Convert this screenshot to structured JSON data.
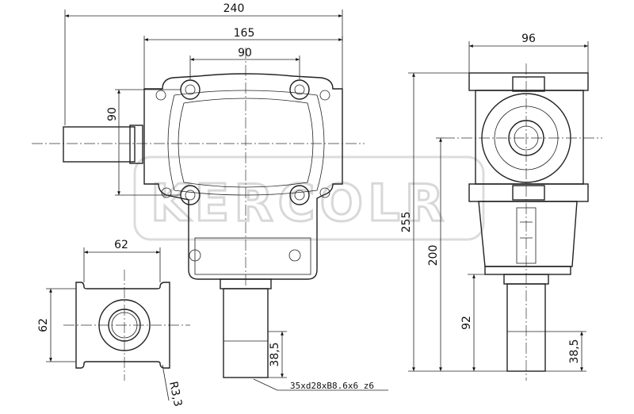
{
  "watermark": "KERCOLR",
  "front_view": {
    "overall_width": "240",
    "housing_width": "165",
    "bolt_spacing_horizontal": "90",
    "bolt_spacing_vertical": "90",
    "shaft_label": "38,5",
    "shaft_spec": "35xd28xB8.6x6  z6"
  },
  "side_view": {
    "width": "96",
    "overall_height": "255",
    "shaft_center_height": "200",
    "shaft_length": "92",
    "shaft_label": "38,5"
  },
  "bottom_view": {
    "width": "62",
    "height": "62",
    "radius": "R3,3"
  },
  "colors": {
    "line": "#222222",
    "watermark": "#d8d8d8"
  }
}
